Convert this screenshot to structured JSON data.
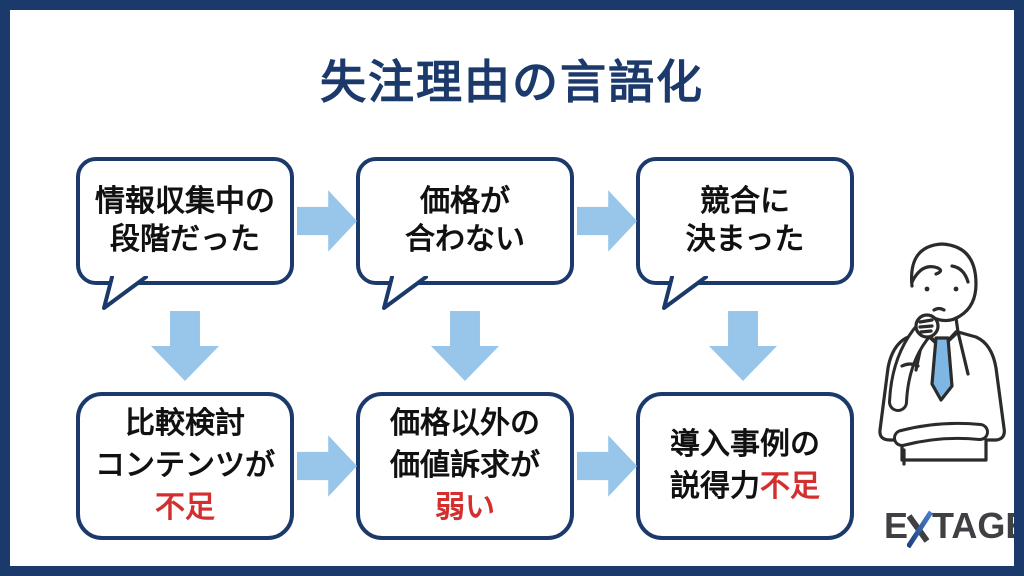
{
  "title": "失注理由の言語化",
  "colors": {
    "frame_navy": "#1B3A6B",
    "arrow_blue": "#97C6EA",
    "alert_red": "#D32F2F",
    "text_black": "#111111",
    "tie_blue": "#7EB6E4",
    "logo_dark": "#3F4043",
    "logo_blue_dark": "#1E3F7F",
    "logo_blue_light": "#4A7FC9"
  },
  "top_bubbles": [
    {
      "lines": [
        "情報収集中の",
        "段階だった"
      ]
    },
    {
      "lines": [
        "価格が",
        "合わない"
      ]
    },
    {
      "lines": [
        "競合に",
        "決まった"
      ]
    }
  ],
  "bottom_boxes": [
    {
      "lines": [
        [
          {
            "text": "比較検討",
            "red": false
          }
        ],
        [
          {
            "text": "コンテンツが",
            "red": false
          }
        ],
        [
          {
            "text": "不足",
            "red": true
          }
        ]
      ]
    },
    {
      "lines": [
        [
          {
            "text": "価格以外の",
            "red": false
          }
        ],
        [
          {
            "text": "価値訴求が",
            "red": false
          }
        ],
        [
          {
            "text": "弱い",
            "red": true
          }
        ]
      ]
    },
    {
      "lines": [
        [
          {
            "text": "導入事例の",
            "red": false
          }
        ],
        [
          {
            "text": "説得力",
            "red": false
          },
          {
            "text": "不足",
            "red": true
          }
        ]
      ]
    }
  ],
  "logo": {
    "text": "EXTAGE"
  }
}
